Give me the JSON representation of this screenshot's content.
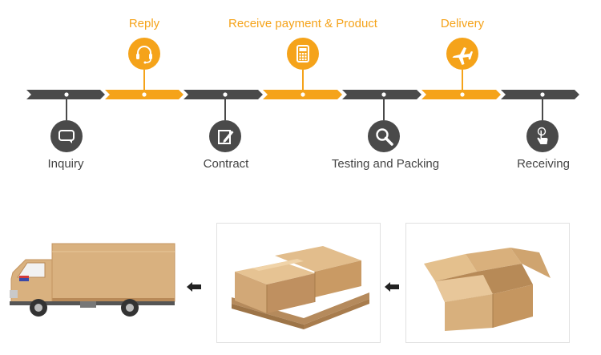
{
  "colors": {
    "orange": "#f5a31a",
    "dark": "#4a4a4a",
    "carton": "#d9b17f",
    "carton_dark": "#c49560"
  },
  "steps_top": [
    {
      "label": "Reply",
      "icon": "headset-icon"
    },
    {
      "label": "Receive payment & Product",
      "icon": "calculator-icon"
    },
    {
      "label": "Delivery",
      "icon": "airplane-icon"
    }
  ],
  "steps_bottom": [
    {
      "label": "Inquiry",
      "icon": "chat-icon"
    },
    {
      "label": "Contract",
      "icon": "pen-document-icon"
    },
    {
      "label": "Testing and Packing",
      "icon": "magnifier-icon"
    },
    {
      "label": "Receiving",
      "icon": "touch-hand-icon"
    }
  ],
  "shipping_images": [
    {
      "name": "delivery-truck",
      "icon": "truck-icon"
    },
    {
      "name": "pallet-of-boxes",
      "icon": "pallet-boxes-icon"
    },
    {
      "name": "open-carton-box",
      "icon": "open-box-icon"
    }
  ]
}
